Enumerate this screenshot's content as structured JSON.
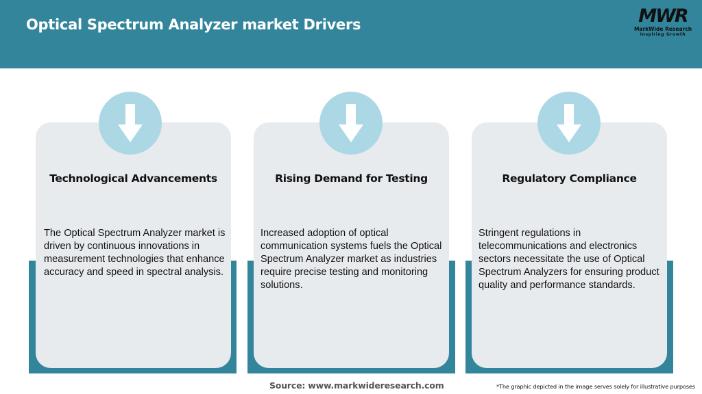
{
  "header": {
    "title": "Optical Spectrum Analyzer market Drivers",
    "logo": {
      "mark": "MWR",
      "name": "MarkWide Research",
      "tagline": "Inspiring Growth"
    }
  },
  "colors": {
    "header_bg": "#33859c",
    "card_bg": "#e8ebee",
    "backing": "#33859c",
    "circle": "#acd8e5",
    "arrow": "#ffffff"
  },
  "drivers": [
    {
      "icon": "arrow-down-icon",
      "title": "Technological Advancements",
      "text": "The Optical Spectrum Analyzer market is driven by continuous innovations in measurement technologies that enhance accuracy and speed in spectral analysis."
    },
    {
      "icon": "arrow-down-icon",
      "title": "Rising Demand for Testing",
      "text": "Increased adoption of optical communication systems fuels the Optical Spectrum Analyzer market as industries require precise testing and monitoring solutions."
    },
    {
      "icon": "arrow-down-icon",
      "title": "Regulatory Compliance",
      "text": "Stringent regulations in telecommunications and electronics sectors necessitate the use of Optical Spectrum Analyzers for ensuring product quality and performance standards."
    }
  ],
  "footer": {
    "source": "Source: www.markwideresearch.com",
    "disclaimer": "*The graphic depicted in the image serves solely for illustrative purposes"
  }
}
